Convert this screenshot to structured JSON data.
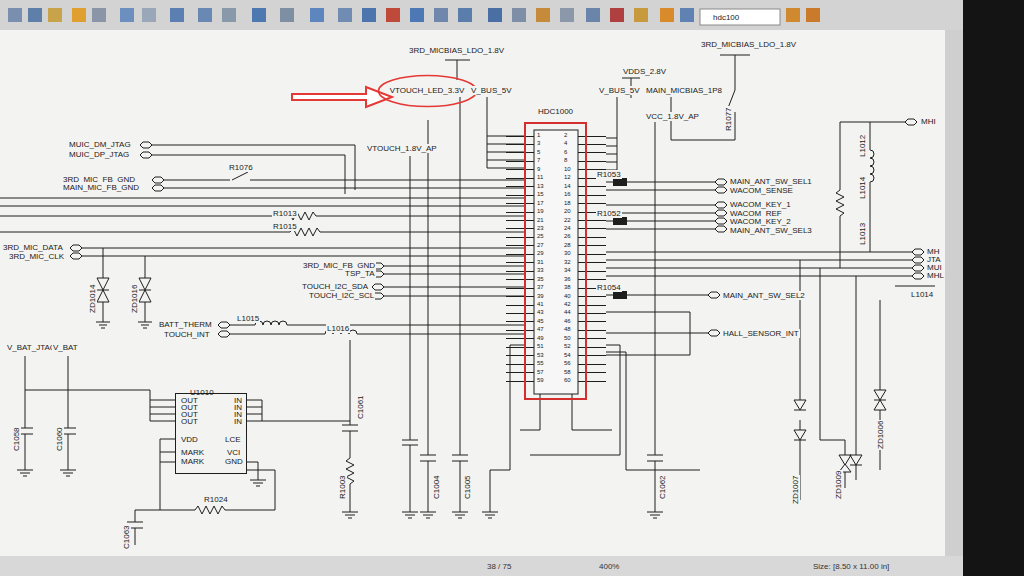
{
  "diagram": {
    "nodes": [
      {
        "text": [
          "HDC1000"
        ]
      },
      {
        "text": [
          "U1010"
        ]
      },
      {
        "text": [
          "VTOUCH_LED_3.3V"
        ]
      }
    ],
    "labels": [
      "hdc100",
      "3RD_MICBIAS_LDO_1.8V",
      "3RD_MICBIAS_LDO_1.8V",
      "V_BUS_5V",
      "VDDS_2.8V",
      "V_BUS_5V",
      "MAIN_MICBIAS_1P8",
      "R1077",
      "VCC_1.8V_AP",
      "VTOUCH_1.8V_AP",
      "MUIC_DM_JTAG",
      "MUIC_DP_JTAG",
      "R1076",
      "3RD_MIC_FB_GND",
      "MAIN_MIC_FB_GND",
      "R1013",
      "R1015",
      "3RD_MIC_DATA",
      "3RD_MIC_CLK",
      "ZD1014",
      "ZD1016",
      "3RD_MIC_FB_GND",
      "TSP_TA",
      "TOUCH_I2C_SDA",
      "TOUCH_I2C_SCL",
      "BATT_THERM",
      "TOUCH_INT",
      "L1015",
      "L1016",
      "V_BAT_JTAG",
      "V_BAT",
      "OUT",
      "OUT",
      "OUT",
      "OUT",
      "IN",
      "IN",
      "IN",
      "IN",
      "VDD",
      "MARK",
      "MARK",
      "LCE",
      "VCI",
      "GND",
      "R1024",
      "C1058",
      "C1060",
      "C1063",
      "C1061",
      "R1003",
      "C1004",
      "C1005",
      "C1062",
      "R1053",
      "MAIN_ANT_SW_SEL1",
      "WACOM_SENSE",
      "WACOM_KEY_1",
      "WACOM_REF",
      "WACOM_KEY_2",
      "MAIN_ANT_SW_SEL3",
      "R1052",
      "R1054",
      "MAIN_ANT_SW_SEL2",
      "HALL_SENSOR_INT",
      "MHI",
      "L1012",
      "L1014",
      "L1013",
      "MH",
      "JTA",
      "MUI",
      "MHL",
      "L1014",
      "ZD1007",
      "ZD1009",
      "ZD1006",
      "38 / 75",
      "400%",
      "Size: [8.50 x 11.00 in]",
      "1",
      "2",
      "3",
      "4",
      "5",
      "6",
      "7",
      "8",
      "9",
      "10",
      "11",
      "12",
      "13",
      "14",
      "15",
      "16",
      "17",
      "18",
      "19",
      "20",
      "21",
      "22",
      "23",
      "24",
      "25",
      "26",
      "27",
      "28",
      "29",
      "30",
      "31",
      "32",
      "33",
      "34",
      "35",
      "36",
      "37",
      "38",
      "39",
      "40",
      "41",
      "42",
      "43",
      "44",
      "45",
      "46",
      "47",
      "48",
      "49",
      "50",
      "51",
      "52",
      "53",
      "54",
      "55",
      "56",
      "57",
      "58",
      "59",
      "60"
    ]
  }
}
